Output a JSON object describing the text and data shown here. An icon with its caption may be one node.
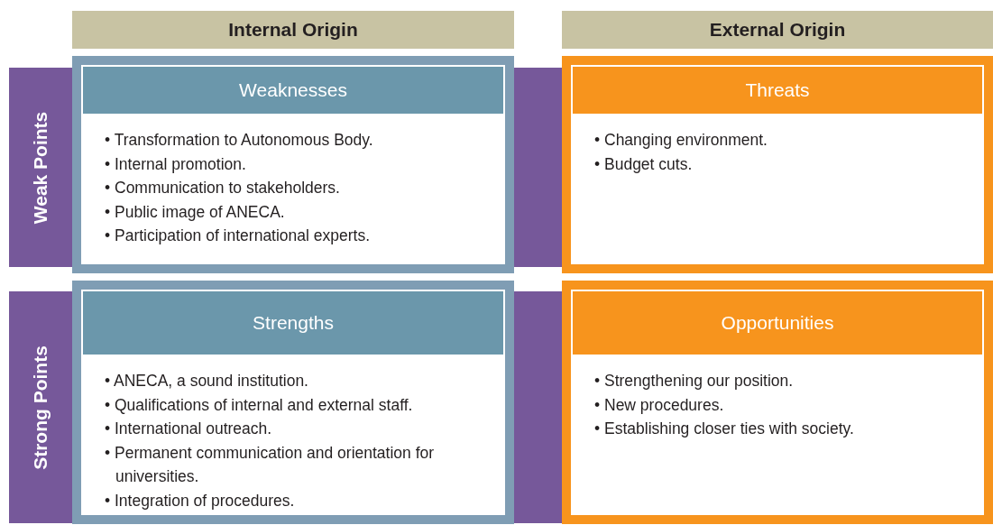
{
  "diagram": {
    "nodes": [
      {
        "text": [
          "Internal Origin"
        ]
      },
      {
        "text": [
          "External Origin"
        ]
      },
      {
        "text": [
          "Weak Points"
        ]
      },
      {
        "text": [
          "Strong Points"
        ]
      },
      {
        "text": [
          "Weaknesses",
          "• Transformation to Autonomous Body.",
          "• Internal promotion.",
          "• Communication to stakeholders.",
          "• Public image of ANECA.",
          "• Participation of international experts."
        ]
      },
      {
        "text": [
          "Threats",
          "• Changing environment.",
          "• Budget cuts."
        ]
      },
      {
        "text": [
          "Strengths",
          "• ANECA, a sound institution.",
          "• Qualifications of internal and external staff.",
          "• International outreach.",
          "• Permanent communication and orientation for universities.",
          "• Integration of procedures."
        ]
      },
      {
        "text": [
          "Opportunities",
          "• Strengthening our position.",
          "• New procedures.",
          "• Establishing closer ties with society."
        ]
      }
    ]
  }
}
